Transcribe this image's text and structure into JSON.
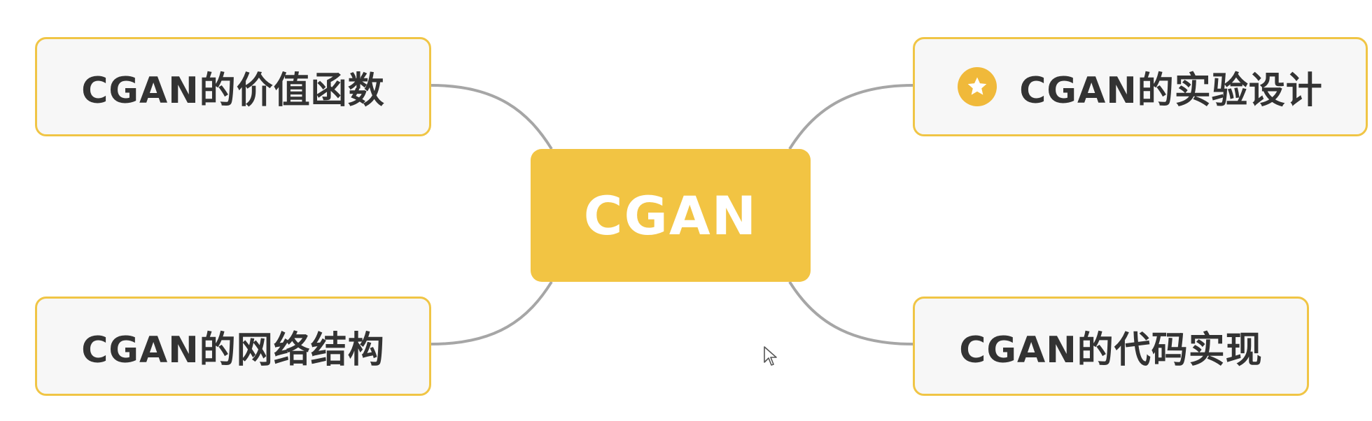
{
  "mindmap": {
    "central": {
      "label": "CGAN"
    },
    "topics": {
      "top_left": {
        "label": "CGAN的价值函数"
      },
      "top_right": {
        "label": "CGAN的实验设计",
        "icon": "star-icon"
      },
      "bottom_left": {
        "label": "CGAN的网络结构"
      },
      "bottom_right": {
        "label": "CGAN的代码实现"
      }
    }
  },
  "colors": {
    "central_fill": "#f2c443",
    "topic_border": "#f0c545",
    "topic_fill": "#f7f7f7",
    "connector": "#a6a6a6",
    "star_badge": "#f0b93a"
  }
}
